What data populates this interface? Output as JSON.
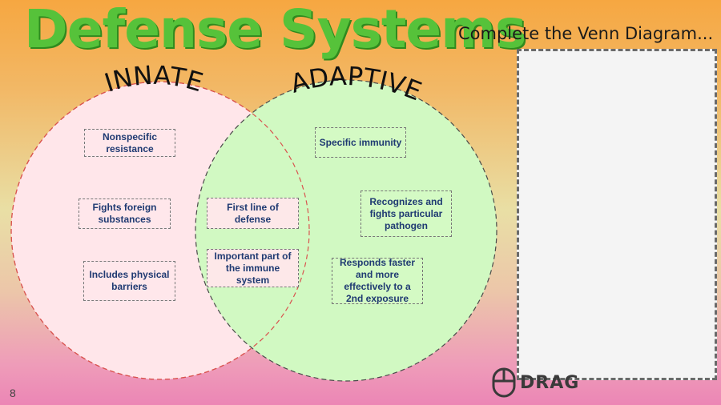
{
  "title": "Defense Systems",
  "subtitle": "Complete the Venn Diagram...",
  "sets": {
    "left": "INNATE",
    "right": "ADAPTIVE"
  },
  "items": {
    "nonspecific": "Nonspecific resistance",
    "fights_foreign": "Fights foreign substances",
    "physical_barriers": "Includes physical barriers",
    "first_line": "First line of defense",
    "important_part": "Important part of the immune system",
    "specific": "Specific immunity",
    "recognizes": "Recognizes and fights particular pathogen",
    "responds": "Responds faster and more effectively to a 2nd exposure"
  },
  "slide_number": "8",
  "drag_label": "DRAG",
  "colors": {
    "title": "#56c23a",
    "innate_fill": "#ffe6ea",
    "adaptive_fill": "#d1f9c2",
    "circle_stroke": "#d9534f",
    "item_text": "#1f3a72"
  },
  "icons": [
    "mouse-icon"
  ]
}
